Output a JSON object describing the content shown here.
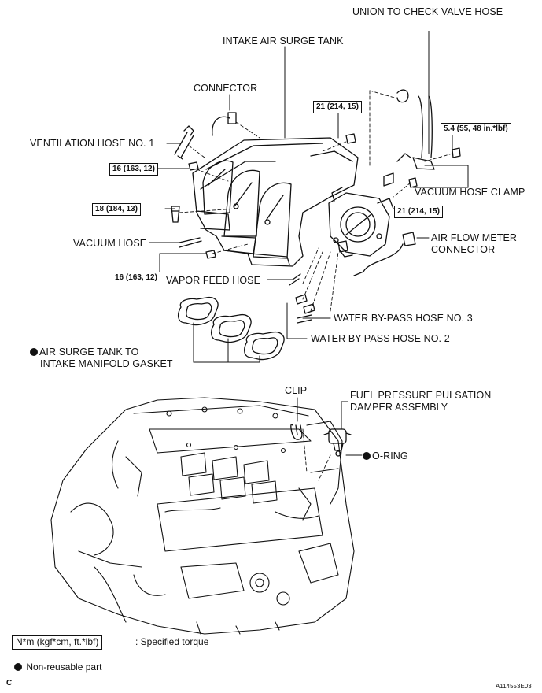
{
  "labels": {
    "union_hose": "UNION TO CHECK VALVE HOSE",
    "surge_tank": "INTAKE AIR SURGE TANK",
    "connector": "CONNECTOR",
    "ventilation_hose": "VENTILATION HOSE NO. 1",
    "vacuum_hose_clamp": "VACUUM HOSE CLAMP",
    "air_flow_meter_1": "AIR FLOW METER",
    "air_flow_meter_2": "CONNECTOR",
    "vacuum_hose": "VACUUM HOSE",
    "vapor_feed_hose": "VAPOR FEED HOSE",
    "water_bypass_3": "WATER BY-PASS HOSE NO. 3",
    "water_bypass_2": "WATER BY-PASS HOSE NO. 2",
    "gasket_1": "AIR SURGE TANK TO",
    "gasket_2": "INTAKE MANIFOLD GASKET",
    "clip": "CLIP",
    "fuel_damper_1": "FUEL PRESSURE PULSATION",
    "fuel_damper_2": "DAMPER ASSEMBLY",
    "o_ring": "O-RING"
  },
  "torques": {
    "t1": "21 (214, 15)",
    "t2": "5.4 (55, 48 in.*lbf)",
    "t3": "16 (163, 12)",
    "t4": "18 (184, 13)",
    "t5": "21 (214, 15)",
    "t6": "16 (163, 12)"
  },
  "legend": {
    "torque_unit": "N*m (kgf*cm, ft.*lbf)",
    "torque_desc": ": Specified torque",
    "non_reusable": "Non-reusable part"
  },
  "footer": {
    "corner_mark": "C",
    "figure_code": "A114553E03"
  }
}
